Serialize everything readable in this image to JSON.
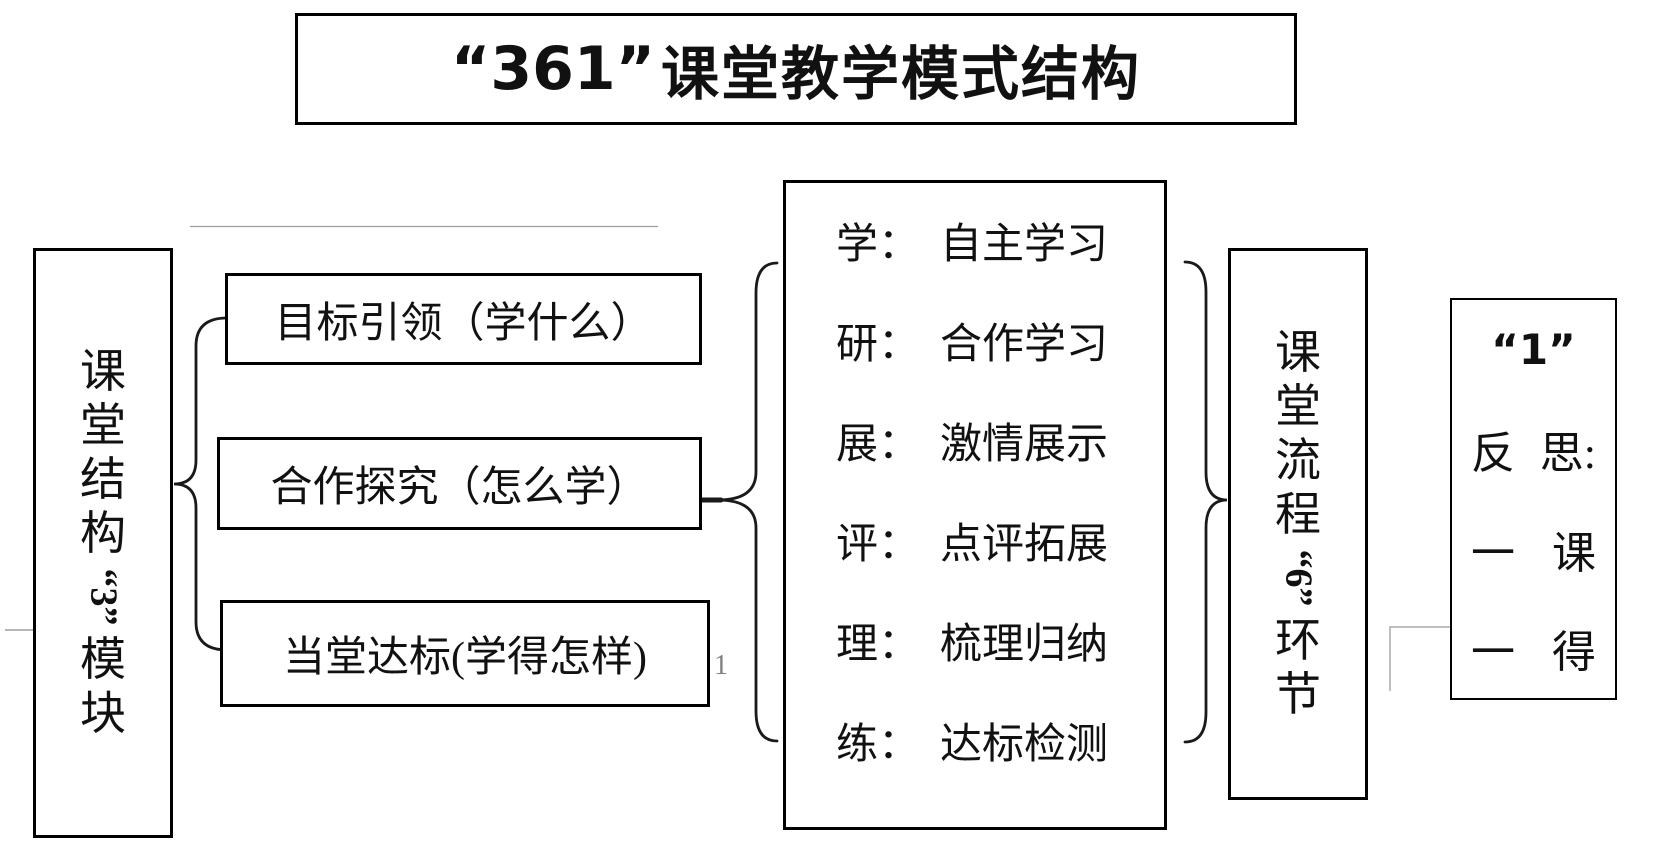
{
  "title": {
    "number": "“361”",
    "text": "课堂教学模式结构"
  },
  "left_box": {
    "chars": [
      "课",
      "堂",
      "结",
      "构"
    ],
    "number": "“3”",
    "chars2": [
      "模",
      "块"
    ]
  },
  "structure_boxes": [
    {
      "text": "目标引领（学什么）"
    },
    {
      "text": "合作探究（怎么学）"
    },
    {
      "text": "当堂达标(学得怎样)"
    }
  ],
  "main_box": {
    "lines": [
      {
        "label": "学：",
        "desc": "自主学习"
      },
      {
        "label": "研：",
        "desc": "合作学习"
      },
      {
        "label": "展：",
        "desc": "激情展示"
      },
      {
        "label": "评：",
        "desc": "点评拓展"
      },
      {
        "label": "理：",
        "desc": "梳理归纳"
      },
      {
        "label": "练：",
        "desc": "达标检测"
      }
    ]
  },
  "right_box": {
    "chars": [
      "课",
      "堂",
      "流",
      "程"
    ],
    "number": "“6”",
    "chars2": [
      "环",
      "节"
    ]
  },
  "reflect_box": {
    "line1": "“1”",
    "line2a": "反",
    "line2b": "思:",
    "line3a": "一",
    "line3b": "课",
    "line4a": "一",
    "line4b": "得"
  },
  "page_number": "1",
  "colors": {
    "background": "#ffffff",
    "border": "#000000",
    "text": "#111111",
    "page_number_gray": "#808080",
    "artifact_gray": "#9e9e9e"
  }
}
